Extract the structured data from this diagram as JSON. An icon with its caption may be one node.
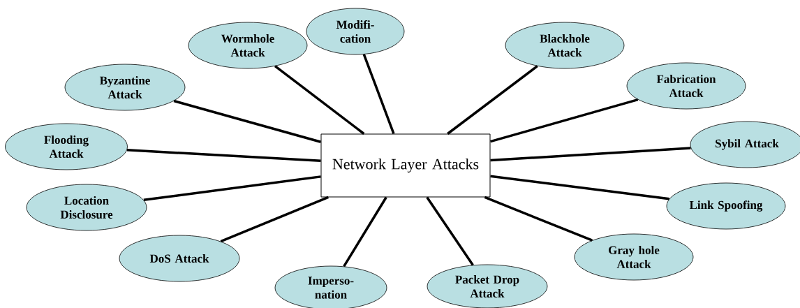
{
  "diagram": {
    "nodes": [
      {
        "text": [
          "Wormhole Attack"
        ]
      },
      {
        "text": [
          "Modifi- cation"
        ]
      },
      {
        "text": [
          "Blackhole Attack"
        ]
      },
      {
        "text": [
          "Byzantine Attack"
        ]
      },
      {
        "text": [
          "Fabrication Attack"
        ]
      },
      {
        "text": [
          "Flooding Attack"
        ]
      },
      {
        "text": [
          "Network Layer Attacks"
        ]
      },
      {
        "text": [
          "Sybil Attack"
        ]
      },
      {
        "text": [
          "Location Disclosure"
        ]
      },
      {
        "text": [
          "Link Spoofing"
        ]
      },
      {
        "text": [
          "DoS Attack"
        ]
      },
      {
        "text": [
          "Gray hole Attack"
        ]
      },
      {
        "text": [
          "Imperso- nation"
        ]
      },
      {
        "text": [
          "Packet Drop Attack"
        ]
      }
    ],
    "edges": [
      {
        "from": 6,
        "to": 0,
        "arrow": "none"
      },
      {
        "from": 6,
        "to": 1,
        "arrow": "none"
      },
      {
        "from": 6,
        "to": 2,
        "arrow": "none"
      },
      {
        "from": 6,
        "to": 3,
        "arrow": "none"
      },
      {
        "from": 6,
        "to": 4,
        "arrow": "none"
      },
      {
        "from": 6,
        "to": 5,
        "arrow": "none"
      },
      {
        "from": 6,
        "to": 7,
        "arrow": "none"
      },
      {
        "from": 6,
        "to": 8,
        "arrow": "none"
      },
      {
        "from": 6,
        "to": 9,
        "arrow": "none"
      },
      {
        "from": 6,
        "to": 10,
        "arrow": "none"
      },
      {
        "from": 6,
        "to": 11,
        "arrow": "none"
      },
      {
        "from": 6,
        "to": 12,
        "arrow": "none"
      },
      {
        "from": 6,
        "to": 13,
        "arrow": "none"
      }
    ]
  }
}
